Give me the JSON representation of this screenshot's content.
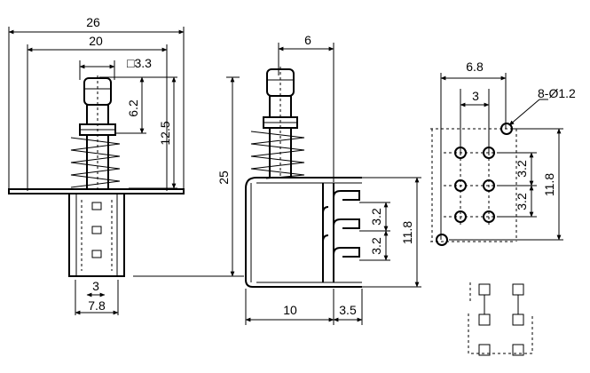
{
  "front_view": {
    "overall_width": "26",
    "frame_width": "20",
    "button_square": "□3.3",
    "button_height": "6.2",
    "spring_height": "12.5",
    "total_height": "25",
    "pin_pitch": "3",
    "body_width": "7.8"
  },
  "side_view": {
    "button_offset": "6",
    "pin_pitch_a": "3.2",
    "pin_pitch_b": "3.2",
    "pin_span": "11.8",
    "body_depth": "10",
    "pin_extension": "3.5"
  },
  "pcb_layout": {
    "row_width": "6.8",
    "col_pitch": "3",
    "hole_callout": "8-Ø1.2",
    "row_pitch_a": "3.2",
    "row_pitch_b": "3.2",
    "mount_span": "11.8"
  },
  "colors": {
    "line": "#000000",
    "background": "#ffffff"
  }
}
